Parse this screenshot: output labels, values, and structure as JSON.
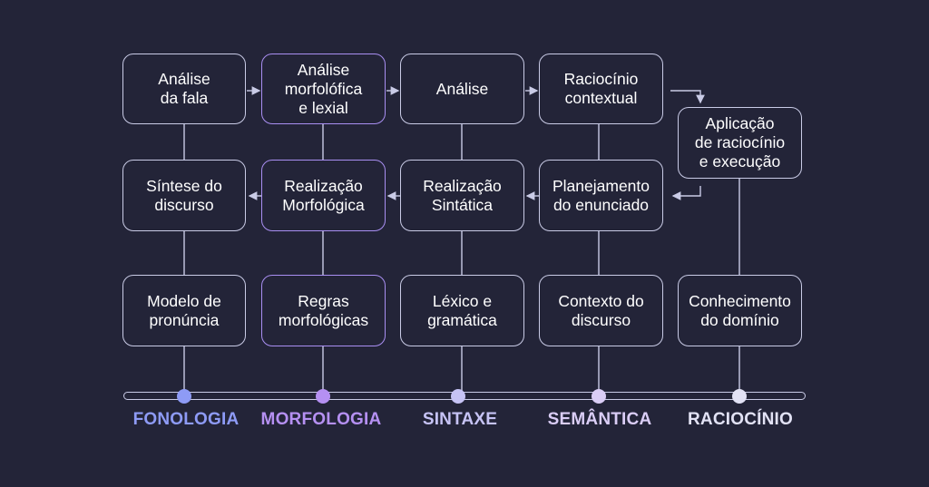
{
  "columns": [
    {
      "label": "FONOLOGIA",
      "color": "#8e9bf6",
      "boxes": [
        "Análise\nda fala",
        "Síntese do\ndiscurso",
        "Modelo de\npronúncia"
      ]
    },
    {
      "label": "MORFOLOGIA",
      "color": "#b590f2",
      "boxes": [
        "Análise\nmorfolófica\ne lexial",
        "Realização\nMorfológica",
        "Regras\nmorfológicas"
      ]
    },
    {
      "label": "SINTAXE",
      "color": "#c6c3f5",
      "boxes": [
        "Análise",
        "Realização\nSintática",
        "Léxico e\ngramática"
      ]
    },
    {
      "label": "SEMÂNTICA",
      "color": "#dacdf6",
      "boxes": [
        "Raciocínio\ncontextual",
        "Planejamento\ndo enunciado",
        "Contexto do\ndiscurso"
      ]
    },
    {
      "label": "RACIOCÍNIO",
      "color": "#e2e2f5",
      "boxes": [
        "Aplicação\nde raciocínio\ne execução",
        "Conhecimento\ndo domínio"
      ]
    }
  ],
  "colors": {
    "background": "#232438",
    "box_border": "#c9cbe6",
    "box_border_accent": "#a98ff2",
    "text": "#ffffff",
    "connector": "#c9cbe6"
  }
}
